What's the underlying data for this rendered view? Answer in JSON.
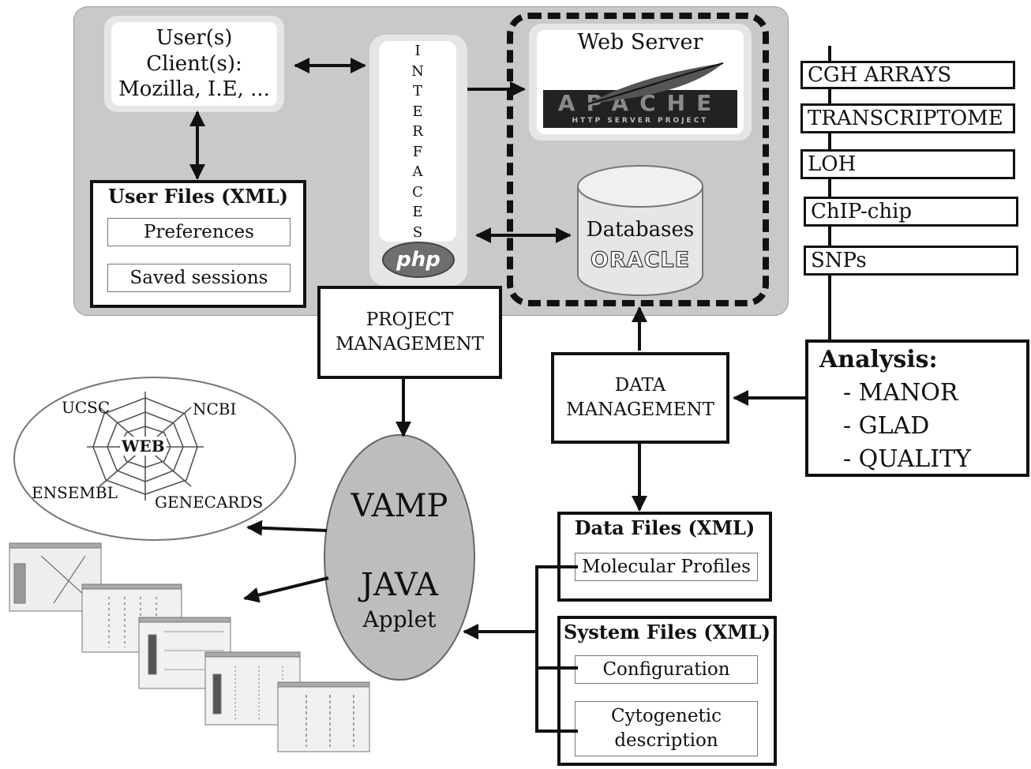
{
  "client": {
    "line1": "User(s)",
    "line2": "Client(s):",
    "line3": "Mozilla, I.E, ..."
  },
  "interfaces": {
    "letters": [
      "I",
      "N",
      "T",
      "E",
      "R",
      "F",
      "A",
      "C",
      "E",
      "S"
    ],
    "php_logo": "php"
  },
  "web_server": {
    "label": "Web Server",
    "logo": "APACHE",
    "logo_sub": "HTTP SERVER PROJECT"
  },
  "database": {
    "label": "Databases",
    "logo": "ORACLE"
  },
  "user_files": {
    "title": "User Files (XML)",
    "items": [
      "Preferences",
      "Saved sessions"
    ]
  },
  "project_management": {
    "line1": "PROJECT",
    "line2": "MANAGEMENT"
  },
  "data_management": {
    "line1": "DATA",
    "line2": "MANAGEMENT"
  },
  "datasets": [
    "CGH ARRAYS",
    "TRANSCRIPTOME",
    "LOH",
    "ChIP-chip",
    "SNPs"
  ],
  "analysis": {
    "title": "Analysis:",
    "items": [
      "- MANOR",
      "- GLAD",
      "- QUALITY"
    ]
  },
  "web": {
    "center": "WEB",
    "sites": [
      "UCSC",
      "NCBI",
      "ENSEMBL",
      "GENECARDS"
    ]
  },
  "vamp": {
    "title": "VAMP",
    "sub1": "JAVA",
    "sub2": "Applet"
  },
  "data_files": {
    "title": "Data Files (XML)",
    "items": [
      "Molecular Profiles"
    ]
  },
  "system_files": {
    "title": "System Files (XML)",
    "items": [
      "Configuration",
      "Cytogenetic",
      "description"
    ]
  },
  "colors": {
    "panel": "#c9c9c9",
    "card": "#e6e6e6",
    "line": "#111111",
    "ellipse": "#bdbdbd"
  }
}
